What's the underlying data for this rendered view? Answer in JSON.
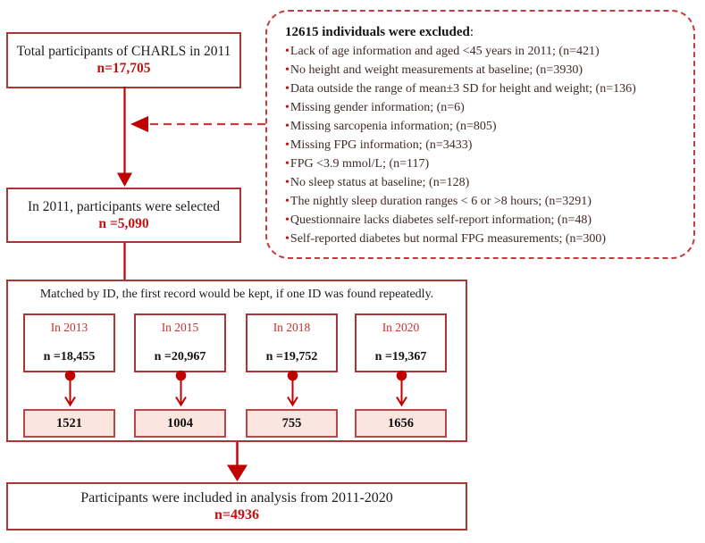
{
  "glyphs": {
    "bullet": "•"
  },
  "colors": {
    "box_border": "#a93535",
    "accent_red": "#bf1111",
    "arrow_red": "#c00000",
    "dashed_border": "#c53c3c",
    "pink_fill": "#fbe6df",
    "year_label_red": "#c23333",
    "text_black": "#1c1c1c"
  },
  "flow": {
    "top_box": {
      "text": "Total participants of CHARLS in 2011",
      "n": "n=17,705"
    },
    "excluded_box": {
      "header": "12615 individuals were excluded",
      "header_suffix": ":",
      "items": [
        "Lack of age information and aged <45 years in 2011; (n=421)",
        "No height and weight measurements at baseline; (n=3930)",
        "Data outside the range of mean±3 SD for height and weight; (n=136)",
        "Missing gender information; (n=6)",
        "Missing sarcopenia information; (n=805)",
        "Missing FPG information; (n=3433)",
        "FPG <3.9 mmol/L; (n=117)",
        "No sleep status at baseline; (n=128)",
        "The nightly sleep duration ranges < 6 or >8 hours;  (n=3291)",
        "Questionnaire lacks diabetes self-report information; (n=48)",
        "Self-reported diabetes but normal FPG measurements; (n=300)"
      ]
    },
    "selected_box": {
      "text": "In 2011, participants were selected",
      "n": "n =5,090"
    },
    "matched_box": {
      "title": "Matched by ID, the first record would be kept, if one ID was found repeatedly.",
      "waves": [
        {
          "label": "In 2013",
          "n": "n =18,455",
          "kept": "1521"
        },
        {
          "label": "In 2015",
          "n": "n =20,967",
          "kept": "1004"
        },
        {
          "label": "In 2018",
          "n": "n =19,752",
          "kept": "755"
        },
        {
          "label": "In 2020",
          "n": "n =19,367",
          "kept": "1656"
        }
      ]
    },
    "final_box": {
      "text": "Participants were included in analysis from 2011-2020",
      "n": "n=4936"
    }
  }
}
